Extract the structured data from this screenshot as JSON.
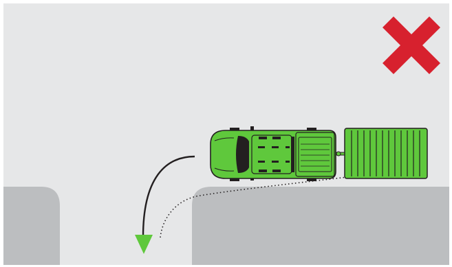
{
  "diagram": {
    "verdict": "incorrect",
    "verdict_icon": "red-x-icon",
    "colors": {
      "road": "#e6e7e8",
      "curb": "#bcbec0",
      "truck_body": "#5fc83c",
      "truck_outline": "#231f20",
      "trailer": "#5fc83c",
      "arrow": "#5fc83c",
      "mark": "#d7212e",
      "path_line": "#231f20"
    },
    "elements": [
      "road-surface",
      "curb-left",
      "curb-right",
      "pickup-truck",
      "trailer",
      "truck-turn-arrow",
      "trailer-path-dotted",
      "incorrect-mark"
    ]
  }
}
